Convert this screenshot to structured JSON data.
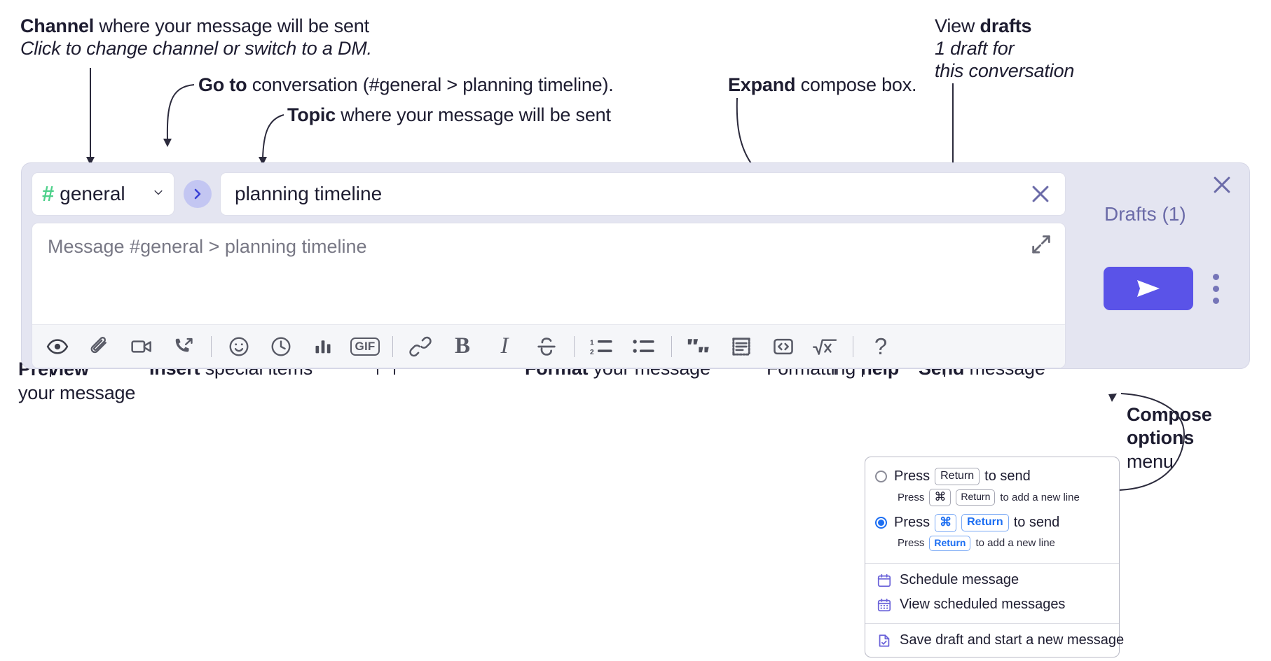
{
  "annotations": {
    "channel": {
      "bold": "Channel",
      "rest": " where your message will be sent",
      "italic": "Click to change channel or switch to a DM."
    },
    "goto": {
      "bold": "Go to",
      "rest": " conversation (#general > planning timeline)."
    },
    "topic": {
      "bold": "Topic",
      "rest": " where your message will be sent"
    },
    "expand": {
      "bold": "Expand",
      "rest": " compose box."
    },
    "drafts": {
      "plain": "View ",
      "bold": "drafts",
      "italic1": "1 draft for",
      "italic2": "this conversation"
    },
    "preview": {
      "bold": "Preview",
      "rest": "your message"
    },
    "insert": {
      "bold": "Insert",
      "rest": " special items"
    },
    "format": {
      "bold": "Format",
      "rest": " your message"
    },
    "help": {
      "plain": "Formatting ",
      "bold": "help"
    },
    "send": {
      "bold": "Send",
      "rest": " message"
    },
    "compose_options": {
      "bold1": "Compose",
      "bold2": "options",
      "rest": "menu"
    }
  },
  "compose": {
    "channel_name": "general",
    "hash_symbol": "#",
    "topic_value": "planning timeline",
    "message_placeholder": "Message #general > planning timeline",
    "drafts_label": "Drafts (1)",
    "gif_label": "GIF",
    "bold_label": "B",
    "italic_label": "I",
    "help_label": "?",
    "toolbar_icons": [
      "eye-icon",
      "paperclip-icon",
      "video-icon",
      "call-icon",
      "emoji-icon",
      "clock-icon",
      "poll-icon",
      "gif-icon",
      "link-icon",
      "bold-icon",
      "italic-icon",
      "strikethrough-icon",
      "ordered-list-icon",
      "bulleted-list-icon",
      "blockquote-icon",
      "code-block-icon",
      "code-icon",
      "math-icon",
      "help-icon"
    ],
    "accent_color": "#5a53e8",
    "panel_color": "#e4e5f1",
    "hash_color": "#4fd18b",
    "drafts_color": "#6b6ba8"
  },
  "popup": {
    "option1": {
      "press": "Press",
      "key": "Return",
      "to_send": "to send"
    },
    "option1_sub": {
      "press": "Press",
      "key_cmd": "⌘",
      "key_return": "Return",
      "tail": "to add a new line"
    },
    "option2": {
      "press": "Press",
      "key_cmd": "⌘",
      "key_return": "Return",
      "to_send": "to send"
    },
    "option2_sub": {
      "press": "Press",
      "key_return": "Return",
      "tail": "to add a new line"
    },
    "items": [
      {
        "label": "Schedule message",
        "icon": "calendar-icon"
      },
      {
        "label": "View scheduled messages",
        "icon": "calendar-grid-icon"
      },
      {
        "label": "Save draft and start a new message",
        "icon": "draft-check-icon"
      }
    ],
    "selected_index": 1,
    "radio_color": "#1c6ef2",
    "icon_color": "#6b63d9"
  }
}
